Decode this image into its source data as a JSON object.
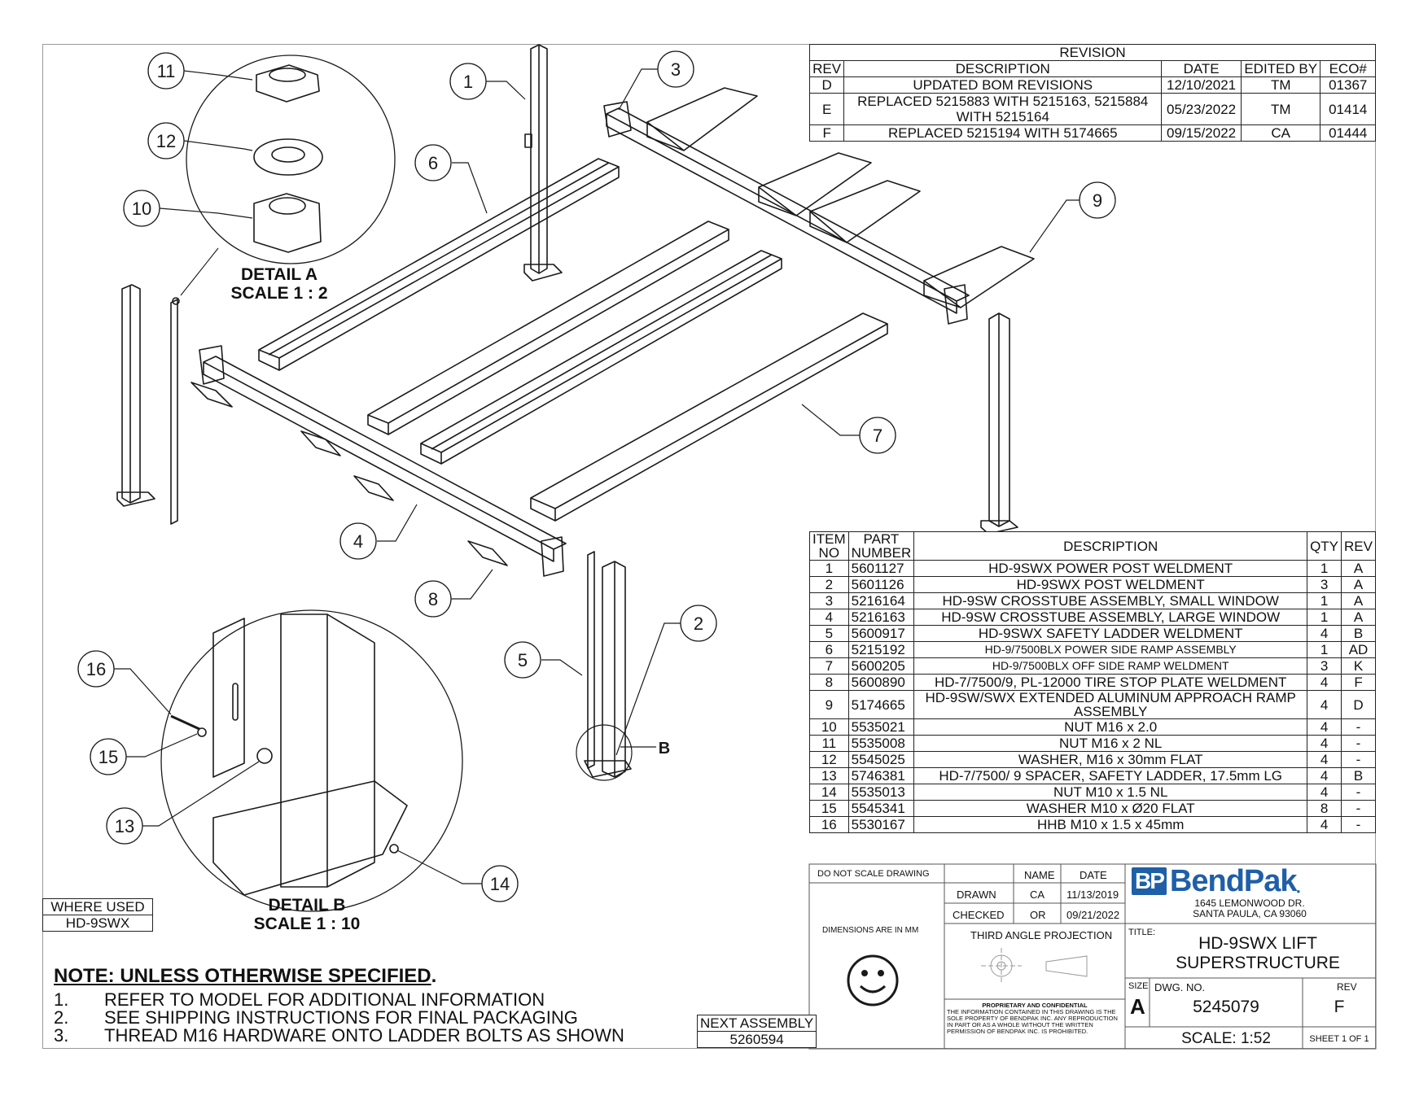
{
  "revision": {
    "title": "REVISION",
    "headers": [
      "REV",
      "DESCRIPTION",
      "DATE",
      "EDITED BY",
      "ECO#"
    ],
    "rows": [
      {
        "rev": "D",
        "description": "UPDATED BOM REVISIONS",
        "date": "12/10/2021",
        "edited_by": "TM",
        "eco": "01367"
      },
      {
        "rev": "E",
        "description": "REPLACED 5215883 WITH 5215163, 5215884 WITH 5215164",
        "date": "05/23/2022",
        "edited_by": "TM",
        "eco": "01414"
      },
      {
        "rev": "F",
        "description": "REPLACED 5215194 WITH 5174665",
        "date": "09/15/2022",
        "edited_by": "CA",
        "eco": "01444"
      }
    ]
  },
  "bom": {
    "headers": {
      "item": "ITEM NO",
      "part": "PART NUMBER",
      "description": "DESCRIPTION",
      "qty": "QTY",
      "rev": "REV"
    },
    "rows": [
      {
        "item": "1",
        "part": "5601127",
        "description": "HD-9SWX POWER POST WELDMENT",
        "qty": "1",
        "rev": "A"
      },
      {
        "item": "2",
        "part": "5601126",
        "description": "HD-9SWX POST WELDMENT",
        "qty": "3",
        "rev": "A"
      },
      {
        "item": "3",
        "part": "5216164",
        "description": "HD-9SW CROSSTUBE ASSEMBLY, SMALL WINDOW",
        "qty": "1",
        "rev": "A"
      },
      {
        "item": "4",
        "part": "5216163",
        "description": "HD-9SW CROSSTUBE ASSEMBLY, LARGE WINDOW",
        "qty": "1",
        "rev": "A"
      },
      {
        "item": "5",
        "part": "5600917",
        "description": "HD-9SWX SAFETY LADDER WELDMENT",
        "qty": "4",
        "rev": "B"
      },
      {
        "item": "6",
        "part": "5215192",
        "description": "HD-9/7500BLX POWER SIDE RAMP ASSEMBLY",
        "qty": "1",
        "rev": "AD"
      },
      {
        "item": "7",
        "part": "5600205",
        "description": "HD-9/7500BLX OFF SIDE RAMP WELDMENT",
        "qty": "3",
        "rev": "K"
      },
      {
        "item": "8",
        "part": "5600890",
        "description": "HD-7/7500/9, PL-12000 TIRE STOP PLATE WELDMENT",
        "qty": "4",
        "rev": "F"
      },
      {
        "item": "9",
        "part": "5174665",
        "description": "HD-9SW/SWX EXTENDED ALUMINUM APPROACH RAMP ASSEMBLY",
        "qty": "4",
        "rev": "D"
      },
      {
        "item": "10",
        "part": "5535021",
        "description": "NUT M16 x 2.0",
        "qty": "4",
        "rev": "-"
      },
      {
        "item": "11",
        "part": "5535008",
        "description": "NUT M16 x 2 NL",
        "qty": "4",
        "rev": "-"
      },
      {
        "item": "12",
        "part": "5545025",
        "description": "WASHER, M16 x 30mm FLAT",
        "qty": "4",
        "rev": "-"
      },
      {
        "item": "13",
        "part": "5746381",
        "description": "HD-7/7500/ 9 SPACER, SAFETY LADDER, 17.5mm LG",
        "qty": "4",
        "rev": "B"
      },
      {
        "item": "14",
        "part": "5535013",
        "description": "NUT M10 x 1.5 NL",
        "qty": "4",
        "rev": "-"
      },
      {
        "item": "15",
        "part": "5545341",
        "description": "WASHER M10 x Ø20 FLAT",
        "qty": "8",
        "rev": "-"
      },
      {
        "item": "16",
        "part": "5530167",
        "description": "HHB M10 x 1.5 x 45mm",
        "qty": "4",
        "rev": "-"
      }
    ]
  },
  "callouts": [
    "1",
    "2",
    "3",
    "4",
    "5",
    "6",
    "7",
    "8",
    "9",
    "10",
    "11",
    "12",
    "13",
    "14",
    "15",
    "16"
  ],
  "detail_b_marker": "B",
  "details": {
    "a_title": "DETAIL A",
    "a_scale": "SCALE 1 : 2",
    "b_title": "DETAIL B",
    "b_scale": "SCALE 1 : 10"
  },
  "where_used": {
    "label": "WHERE USED",
    "value": "HD-9SWX"
  },
  "next_assembly": {
    "label": "NEXT ASSEMBLY",
    "value": "5260594"
  },
  "notes": {
    "heading": "NOTE: UNLESS OTHERWISE SPECIFIED",
    "items": [
      {
        "num": "1.",
        "text": "REFER TO MODEL FOR ADDITIONAL INFORMATION"
      },
      {
        "num": "2.",
        "text": "SEE SHIPPING INSTRUCTIONS FOR FINAL PACKAGING"
      },
      {
        "num": "3.",
        "text": "THREAD M16 HARDWARE ONTO LADDER BOLTS AS SHOWN"
      }
    ]
  },
  "title_block": {
    "do_not_scale": "DO NOT SCALE DRAWING",
    "name_hdr": "NAME",
    "date_hdr": "DATE",
    "drawn_label": "DRAWN",
    "drawn_name": "CA",
    "drawn_date": "11/13/2019",
    "checked_label": "CHECKED",
    "checked_name": "OR",
    "checked_date": "09/21/2022",
    "dimensions": "DIMENSIONS ARE IN MM",
    "projection": "THIRD ANGLE PROJECTION",
    "proprietary_title": "PROPRIETARY AND CONFIDENTIAL",
    "proprietary_text": "THE INFORMATION CONTAINED IN THIS DRAWING IS THE SOLE PROPERTY OF BENDPAK INC. ANY REPRODUCTION IN PART OR AS A WHOLE WITHOUT THE WRITTEN PERMISSION OF BENDPAK INC. IS PROHIBITED.",
    "logo_bp": "BP",
    "logo_name": "BendPak",
    "address1": "1645 LEMONWOOD DR.",
    "address2": "SANTA PAULA, CA 93060",
    "title_label": "TITLE:",
    "title1": "HD-9SWX LIFT",
    "title2": "SUPERSTRUCTURE",
    "size_label": "SIZE",
    "size": "A",
    "dwg_label": "DWG. NO.",
    "dwg_no": "5245079",
    "rev_label": "REV",
    "rev": "F",
    "scale": "SCALE: 1:52",
    "sheet": "SHEET 1 OF 1"
  },
  "colors": {
    "line": "#1a1a1a",
    "bendpak_blue": "#1f5fa8"
  }
}
